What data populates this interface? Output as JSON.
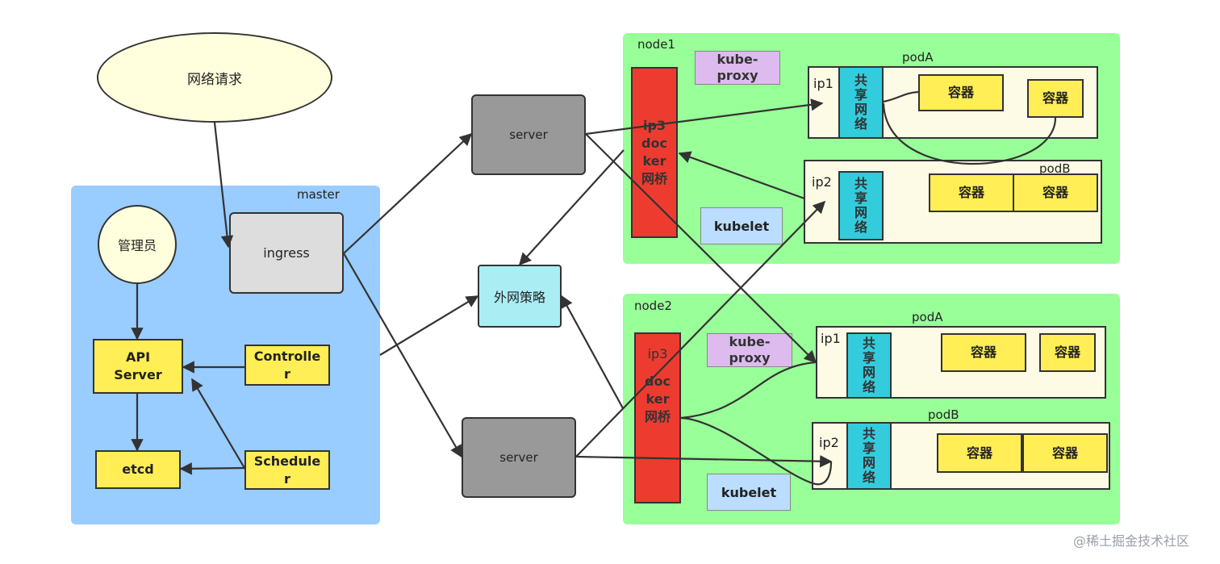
{
  "master": {
    "label": "master",
    "admin": "管理员",
    "api_server": "API Server",
    "etcd": "etcd",
    "controller": "Controller",
    "scheduler": "Scheduler",
    "ingress": "ingress"
  },
  "request": "网络请求",
  "servers": [
    "server",
    "server"
  ],
  "external_policy": "外网策略",
  "node1": {
    "label": "node1",
    "kube_proxy": "kube-proxy",
    "kubelet": "kubelet",
    "bridge": "ip3docker网桥",
    "podA": {
      "label": "podA",
      "ip": "ip1",
      "share": "共享网络",
      "containers": [
        "容器",
        "容器"
      ]
    },
    "podB": {
      "label": "podB",
      "ip": "ip2",
      "share": "共享网络",
      "containers": [
        "容器",
        "容器"
      ]
    }
  },
  "node2": {
    "label": "node2",
    "kube_proxy": "kube-proxy",
    "kubelet": "kubelet",
    "bridge_ip": "ip3",
    "bridge": "docker网桥",
    "podA": {
      "label": "podA",
      "ip": "ip1",
      "share": "共享网络",
      "containers": [
        "容器",
        "容器"
      ]
    },
    "podB": {
      "label": "podB",
      "ip": "ip2",
      "share": "共享网络",
      "containers": [
        "容器",
        "容器"
      ]
    }
  },
  "watermark": "@稀土掘金技术社区"
}
